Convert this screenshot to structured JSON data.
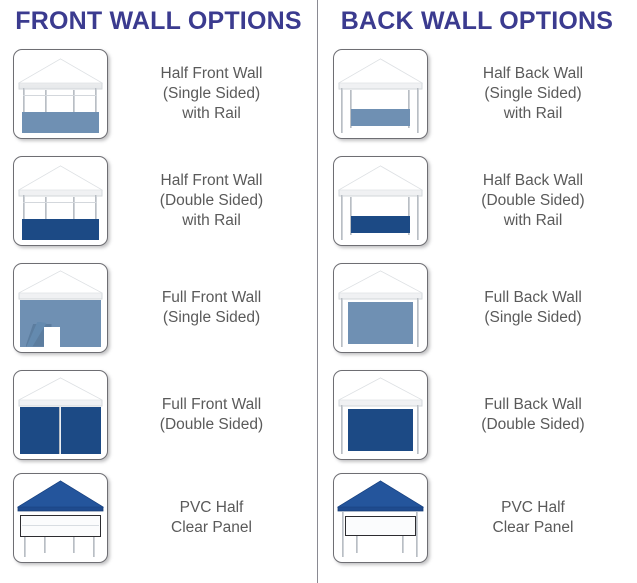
{
  "columns": [
    {
      "title": "FRONT WALL OPTIONS",
      "items": [
        {
          "icon": "tent-half-front-wall-single-sided-icon",
          "lines": [
            "Half Front Wall",
            "(Single Sided)",
            "with Rail"
          ],
          "wall_color": "#6f90b3",
          "canopy_color": "#ffffff",
          "wall_style": "half",
          "mount": "front"
        },
        {
          "icon": "tent-half-front-wall-double-sided-icon",
          "lines": [
            "Half Front Wall",
            "(Double Sided)",
            "with Rail"
          ],
          "wall_color": "#1c4a85",
          "canopy_color": "#ffffff",
          "wall_style": "half",
          "mount": "front"
        },
        {
          "icon": "tent-full-front-wall-single-sided-icon",
          "lines": [
            "Full Front Wall",
            "(Single Sided)"
          ],
          "wall_color": "#6f90b3",
          "canopy_color": "#ffffff",
          "wall_style": "full-door",
          "mount": "front"
        },
        {
          "icon": "tent-full-front-wall-double-sided-icon",
          "lines": [
            "Full Front Wall",
            "(Double Sided)"
          ],
          "wall_color": "#1c4a85",
          "canopy_color": "#ffffff",
          "wall_style": "full-seam",
          "mount": "front"
        },
        {
          "icon": "tent-pvc-half-clear-panel-front-icon",
          "lines": [
            "PVC Half",
            "Clear Panel"
          ],
          "wall_color": "#fbfcfd",
          "canopy_color": "#1f4b8e",
          "wall_style": "clear-panel",
          "mount": "front"
        }
      ]
    },
    {
      "title": "BACK WALL OPTIONS",
      "items": [
        {
          "icon": "tent-half-back-wall-single-sided-icon",
          "lines": [
            "Half Back Wall",
            "(Single Sided)",
            "with Rail"
          ],
          "wall_color": "#6f90b3",
          "canopy_color": "#ffffff",
          "wall_style": "half",
          "mount": "back"
        },
        {
          "icon": "tent-half-back-wall-double-sided-icon",
          "lines": [
            "Half Back Wall",
            "(Double Sided)",
            "with Rail"
          ],
          "wall_color": "#1c4a85",
          "canopy_color": "#ffffff",
          "wall_style": "half",
          "mount": "back"
        },
        {
          "icon": "tent-full-back-wall-single-sided-icon",
          "lines": [
            "Full Back Wall",
            "(Single Sided)"
          ],
          "wall_color": "#6f90b3",
          "canopy_color": "#ffffff",
          "wall_style": "full",
          "mount": "back"
        },
        {
          "icon": "tent-full-back-wall-double-sided-icon",
          "lines": [
            "Full Back Wall",
            "(Double Sided)"
          ],
          "wall_color": "#1c4a85",
          "canopy_color": "#ffffff",
          "wall_style": "full",
          "mount": "back"
        },
        {
          "icon": "tent-pvc-half-clear-panel-back-icon",
          "lines": [
            "PVC Half",
            "Clear Panel"
          ],
          "wall_color": "#fbfcfd",
          "canopy_color": "#1f4b8e",
          "wall_style": "clear-panel",
          "mount": "back"
        }
      ]
    }
  ],
  "theme": {
    "title_color": "#3b3b8f",
    "label_color": "#5a5a5a",
    "divider_color": "#8a8a92",
    "thumb_border_color": "#6e6e73",
    "light_blue": "#6f90b3",
    "navy": "#1c4a85",
    "canopy_navy": "#1f4b8e",
    "background": "#ffffff"
  }
}
